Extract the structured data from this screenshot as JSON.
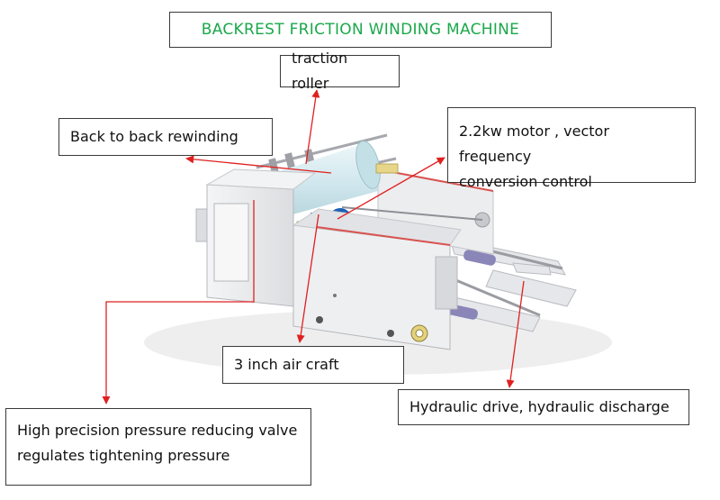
{
  "title": "BACKREST FRICTION WINDING MACHINE",
  "labels": {
    "traction_roller": "traction roller",
    "back_to_back": "Back to back rewinding",
    "motor_line1": "2.2kw  motor , vector frequency",
    "motor_line2": "conversion control",
    "air_craft": "3 inch air craft",
    "hydraulic": "Hydraulic drive, hydraulic discharge",
    "valve_line1": "High precision pressure reducing valve",
    "valve_line2": "regulates tightening pressure"
  },
  "colors": {
    "title": "#1aa84a",
    "arrow": "#e02020",
    "machine_body": "#e9eaec",
    "roll": "#d7ecf0",
    "accent_blue": "#1b5fb8"
  }
}
